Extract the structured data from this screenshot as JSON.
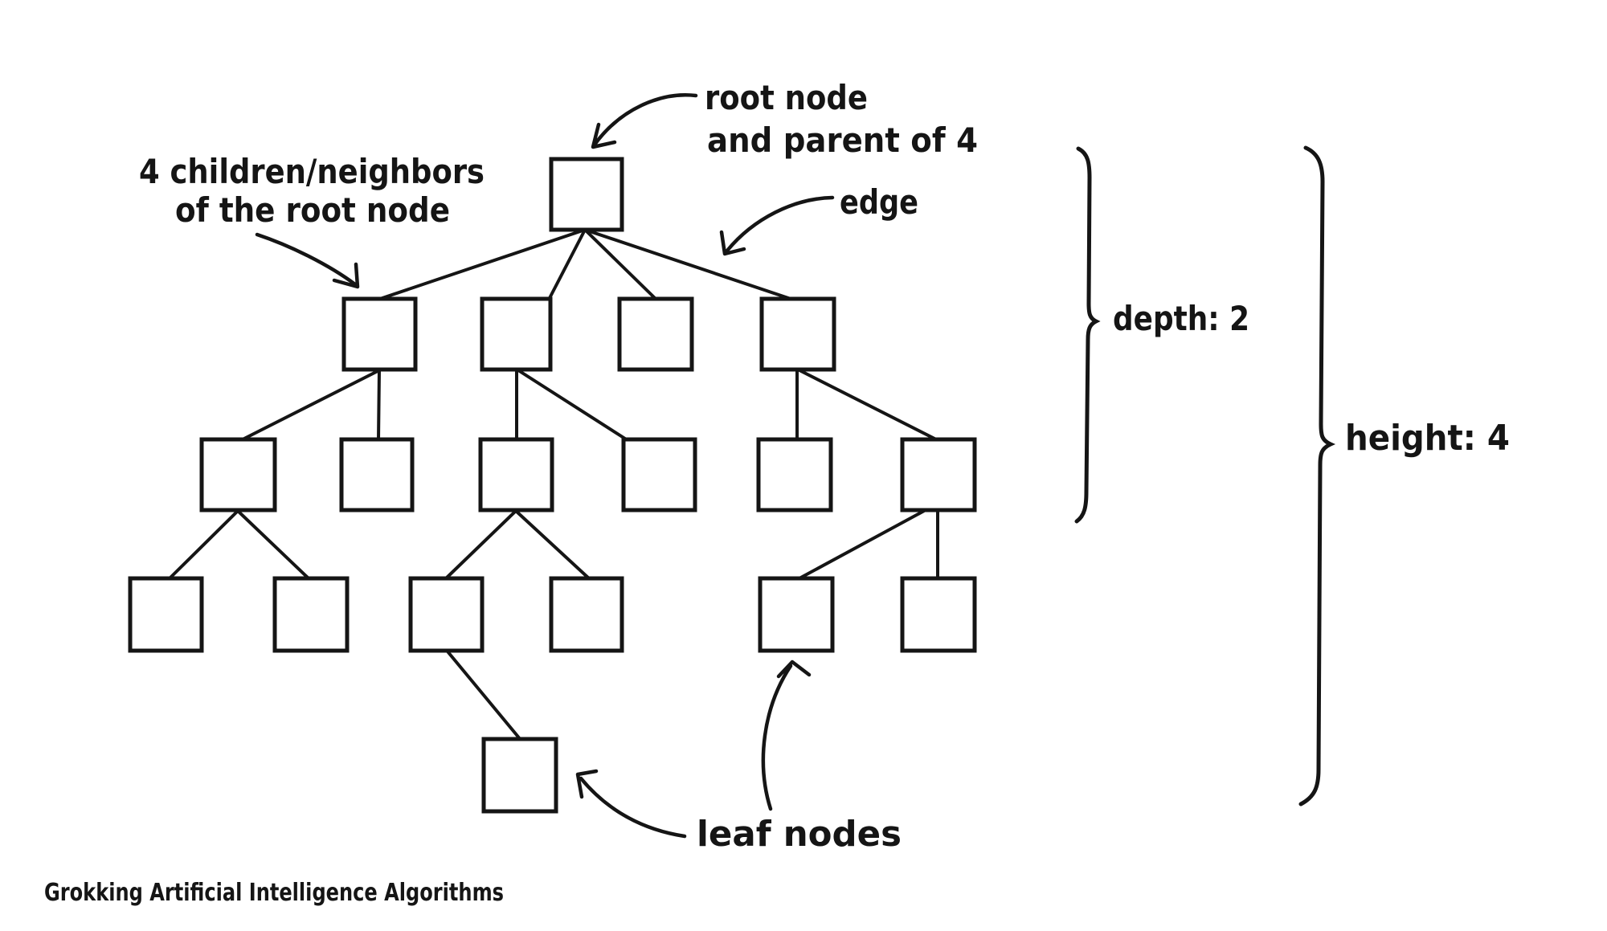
{
  "diagram": {
    "caption": "Grokking Artificial Intelligence Algorithms",
    "annotations": {
      "root": {
        "line1": "root node",
        "line2": "and parent of 4"
      },
      "children": {
        "line1": "4 children/neighbors",
        "line2": "of the root node"
      },
      "edge_label": "edge",
      "depth_label": "depth: 2",
      "height_label": "height: 4",
      "leaf_label": "leaf nodes"
    },
    "metrics": {
      "depth": 2,
      "height": 4
    },
    "tree": {
      "node_counts_per_level": [
        1,
        4,
        6,
        6,
        1
      ],
      "total_nodes": 18,
      "nodes": [
        "L1-1",
        "L2-1",
        "L2-2",
        "L2-3",
        "L2-4",
        "L3-1",
        "L3-2",
        "L3-3",
        "L3-4",
        "L3-5",
        "L3-6",
        "L4-1",
        "L4-2",
        "L4-3",
        "L4-4",
        "L4-5",
        "L4-6",
        "L5-1"
      ],
      "edges": [
        [
          "L1-1",
          "L2-1"
        ],
        [
          "L1-1",
          "L2-2"
        ],
        [
          "L1-1",
          "L2-3"
        ],
        [
          "L1-1",
          "L2-4"
        ],
        [
          "L2-1",
          "L3-1"
        ],
        [
          "L2-1",
          "L3-2"
        ],
        [
          "L2-2",
          "L3-3"
        ],
        [
          "L2-2",
          "L3-4"
        ],
        [
          "L2-4",
          "L3-5"
        ],
        [
          "L2-4",
          "L3-6"
        ],
        [
          "L3-1",
          "L4-1"
        ],
        [
          "L3-1",
          "L4-2"
        ],
        [
          "L3-3",
          "L4-3"
        ],
        [
          "L3-3",
          "L4-4"
        ],
        [
          "L3-6",
          "L4-5"
        ],
        [
          "L3-6",
          "L4-6"
        ],
        [
          "L4-3",
          "L5-1"
        ]
      ],
      "leaf_node_ids": [
        "L2-3",
        "L3-2",
        "L3-4",
        "L3-5",
        "L4-1",
        "L4-2",
        "L4-4",
        "L4-5",
        "L4-6",
        "L5-1"
      ]
    },
    "colors": {
      "ink": "#151515",
      "background": "#ffffff"
    }
  }
}
